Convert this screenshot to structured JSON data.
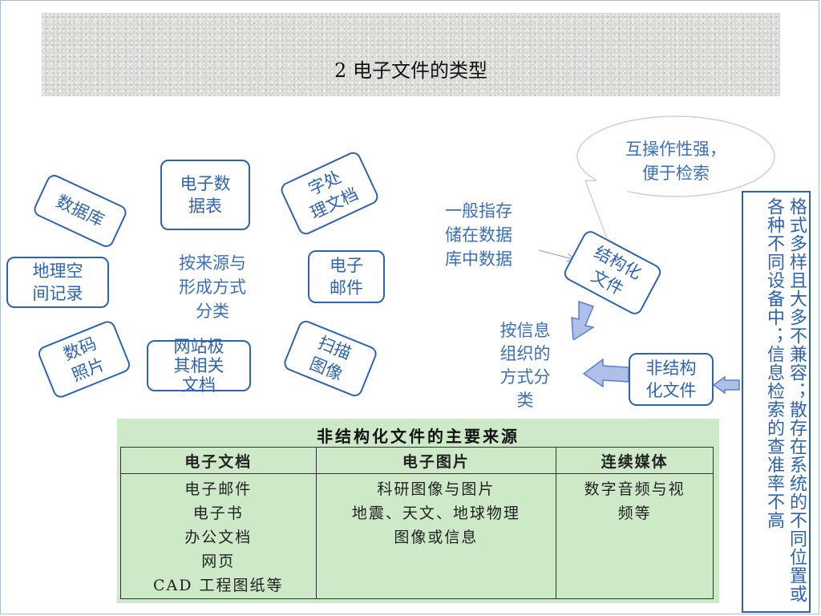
{
  "slide": {
    "title": "2  电子文件的类型"
  },
  "left_diagram": {
    "center_label": "按来源与\n形成方式\n分类",
    "tags": {
      "database": "数据库",
      "e_table": "电子数\n据表",
      "word_doc": "字处\n理文档",
      "geo_record": "地理空\n间记录",
      "email": "电子\n邮件",
      "digital_photo": "数码\n照片",
      "website": "网站极\n其相关\n文档",
      "scan_image": "扫描\n图像"
    }
  },
  "right_diagram": {
    "storage_note": "一般指存\n储在数据\n库中数据",
    "bubble_text": "互操作性强，\n便于检索",
    "structured": "结构化\n文件",
    "center_label": "按信息\n组织的\n方式分\n类",
    "unstructured": "非结构\n化文件",
    "vertical_note": "格式多样且大多不兼容；散存在系统的不同位置或各种不同设备中；信息检索的查准率不高"
  },
  "table": {
    "title": "非结构化文件的主要来源",
    "headers": [
      "电子文档",
      "电子图片",
      "连续媒体"
    ],
    "cells": [
      "电子邮件\n电子书\n办公文档\n网页\nCAD 工程图纸等",
      "科研图像与图片\n地震、天文、地球物理\n图像或信息",
      "数字音频与视\n频等"
    ]
  },
  "colors": {
    "accent_blue": "#2e63b0",
    "table_green": "#cde9c8",
    "arrow_fill": "#aebfe8"
  }
}
